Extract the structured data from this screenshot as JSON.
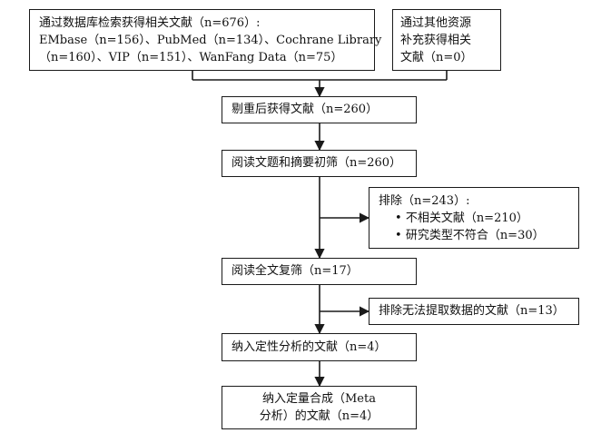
{
  "boxes": {
    "db_search": [
      "通过数据库检索获得相关文献（n=676）:",
      "EMbase（n=156）、PubMed（n=134）、Cochrane Library",
      "（n=160）、VIP（n=151）、WanFang Data（n=75）"
    ],
    "other_source": [
      "通过其他资源",
      "补充获得相关",
      "文献（n=0）"
    ],
    "dedup": "剔重后获得文献（n=260）",
    "title_screen": "阅读文题和摘要初筛（n=260）",
    "exclude1": {
      "heading": "排除（n=243）:",
      "items": [
        "不相关文献（n=210）",
        "研究类型不符合（n=30）"
      ]
    },
    "fulltext": "阅读全文复筛（n=17）",
    "exclude2": "排除无法提取数据的文献（n=13）",
    "qualitative": "纳入定性分析的文献（n=4）",
    "quantitative": [
      "纳入定量合成（Meta",
      "分析）的文献（n=4）"
    ]
  }
}
